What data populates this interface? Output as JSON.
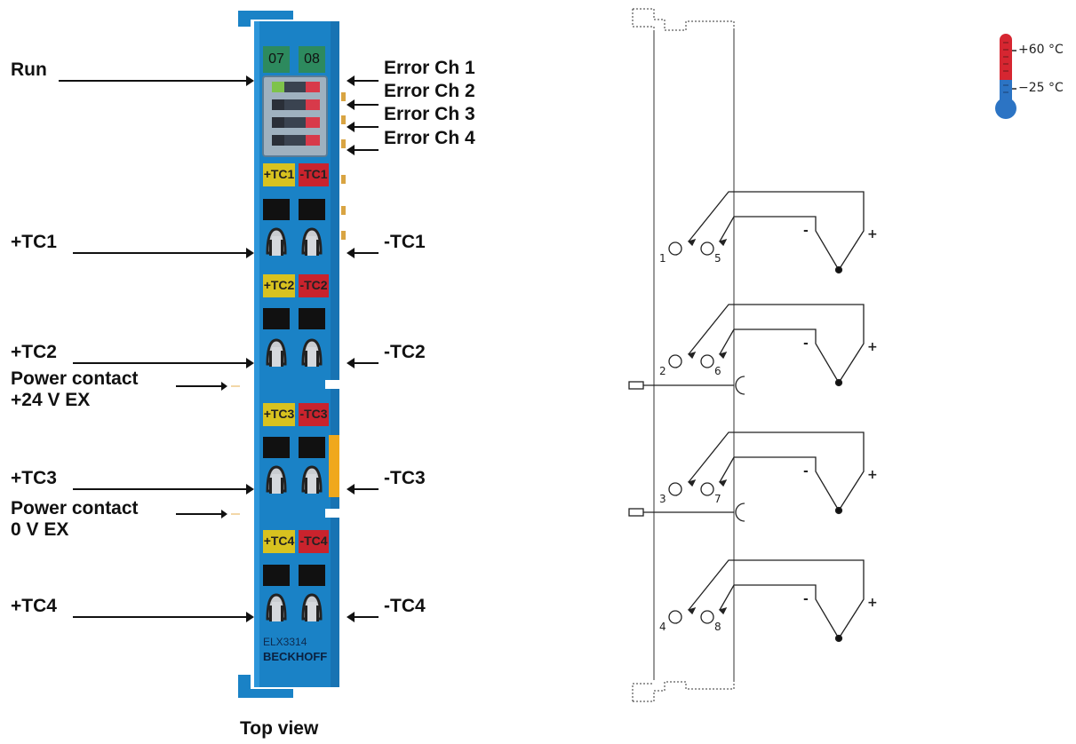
{
  "left_labels": {
    "run": "Run",
    "tc1_plus": "+TC1",
    "tc2_plus": "+TC2",
    "power_24_line1": "Power contact",
    "power_24_line2": "+24 V EX",
    "tc3_plus": "+TC3",
    "power_0_line1": "Power contact",
    "power_0_line2": "0 V EX",
    "tc4_plus": "+TC4"
  },
  "right_labels": {
    "error_ch1": "Error Ch 1",
    "error_ch2": "Error Ch 2",
    "error_ch3": "Error Ch 3",
    "error_ch4": "Error Ch 4",
    "tc1_minus": "-TC1",
    "tc2_minus": "-TC2",
    "tc3_minus": "-TC3",
    "tc4_minus": "-TC4"
  },
  "device": {
    "led_label_left": "07",
    "led_label_right": "08",
    "model": "ELX3314",
    "brand": "BECKHOFF",
    "channels": [
      {
        "plus": "+TC1",
        "minus": "-TC1"
      },
      {
        "plus": "+TC2",
        "minus": "-TC2"
      },
      {
        "plus": "+TC3",
        "minus": "-TC3"
      },
      {
        "plus": "+TC4",
        "minus": "-TC4"
      }
    ],
    "colors": {
      "body": "#1a82c6",
      "plus": "#d8c21f",
      "minus": "#c9232d",
      "led_green": "#7ec34b",
      "orange": "#f0a81c"
    }
  },
  "caption": "Top view",
  "schematic": {
    "terminals": [
      {
        "a": "1",
        "b": "5"
      },
      {
        "a": "2",
        "b": "6"
      },
      {
        "a": "3",
        "b": "7"
      },
      {
        "a": "4",
        "b": "8"
      }
    ],
    "minus_sign": "-",
    "plus_sign": "+"
  },
  "temperature": {
    "max": "+60 °C",
    "min": "−25 °C"
  }
}
